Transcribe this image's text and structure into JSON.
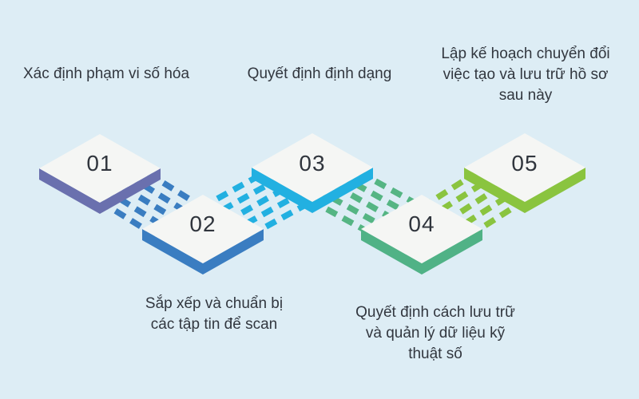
{
  "diagram": {
    "title_semantic": "digitization-process-5-steps",
    "background_color": "#ddedf5",
    "text_color": "#32373f",
    "diamond_face_color": "#f5f6f4",
    "steps": [
      {
        "number": "01",
        "color": "#6a70ae",
        "label": "Xác định phạm vi số hóa"
      },
      {
        "number": "02",
        "color": "#3a7dc1",
        "label": "Sắp xếp và chuẩn bị\ncác tập tin để scan"
      },
      {
        "number": "03",
        "color": "#22b0e1",
        "label": "Quyết định định dạng"
      },
      {
        "number": "04",
        "color": "#50b286",
        "label": "Quyết định cách lưu trữ\nvà quản lý dữ liệu kỹ\nthuật số"
      },
      {
        "number": "05",
        "color": "#8ac43f",
        "label": "Lập kế hoạch chuyển đổi\nviệc tạo và lưu trữ hồ sơ\nsau này"
      }
    ],
    "connectors": [
      {
        "from": "01",
        "to": "02",
        "color": "#3a7dc1"
      },
      {
        "from": "02",
        "to": "03",
        "color": "#22b0e1"
      },
      {
        "from": "03",
        "to": "04",
        "color": "#55b583"
      },
      {
        "from": "04",
        "to": "05",
        "color": "#8ac43f"
      }
    ]
  }
}
